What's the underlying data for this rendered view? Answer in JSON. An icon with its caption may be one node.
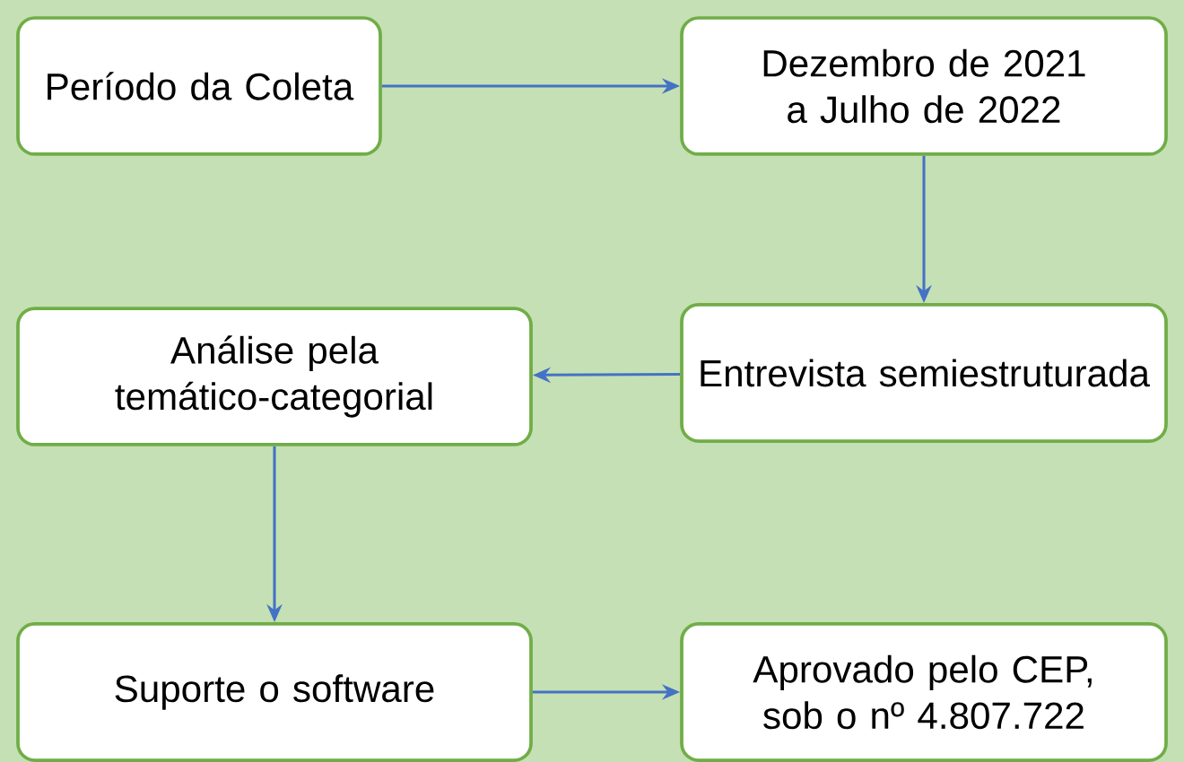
{
  "diagram": {
    "nodes": [
      {
        "text": [
          "Período da Coleta"
        ]
      },
      {
        "text": [
          "Dezembro de 2021 a Julho de 2022"
        ]
      },
      {
        "text": [
          "Entrevista semiestruturada"
        ]
      },
      {
        "text": [
          "Análise pela temático-categorial"
        ]
      },
      {
        "text": [
          "Suporte o software"
        ]
      },
      {
        "text": [
          "Aprovado pelo CEP, sob o nº 4.807.722"
        ]
      }
    ],
    "edges": [
      {
        "from": 0,
        "to": 1,
        "arrow": "to"
      },
      {
        "from": 1,
        "to": 2,
        "arrow": "to"
      },
      {
        "from": 2,
        "to": 3,
        "arrow": "to"
      },
      {
        "from": 3,
        "to": 4,
        "arrow": "to"
      },
      {
        "from": 4,
        "to": 5,
        "arrow": "to"
      }
    ]
  }
}
